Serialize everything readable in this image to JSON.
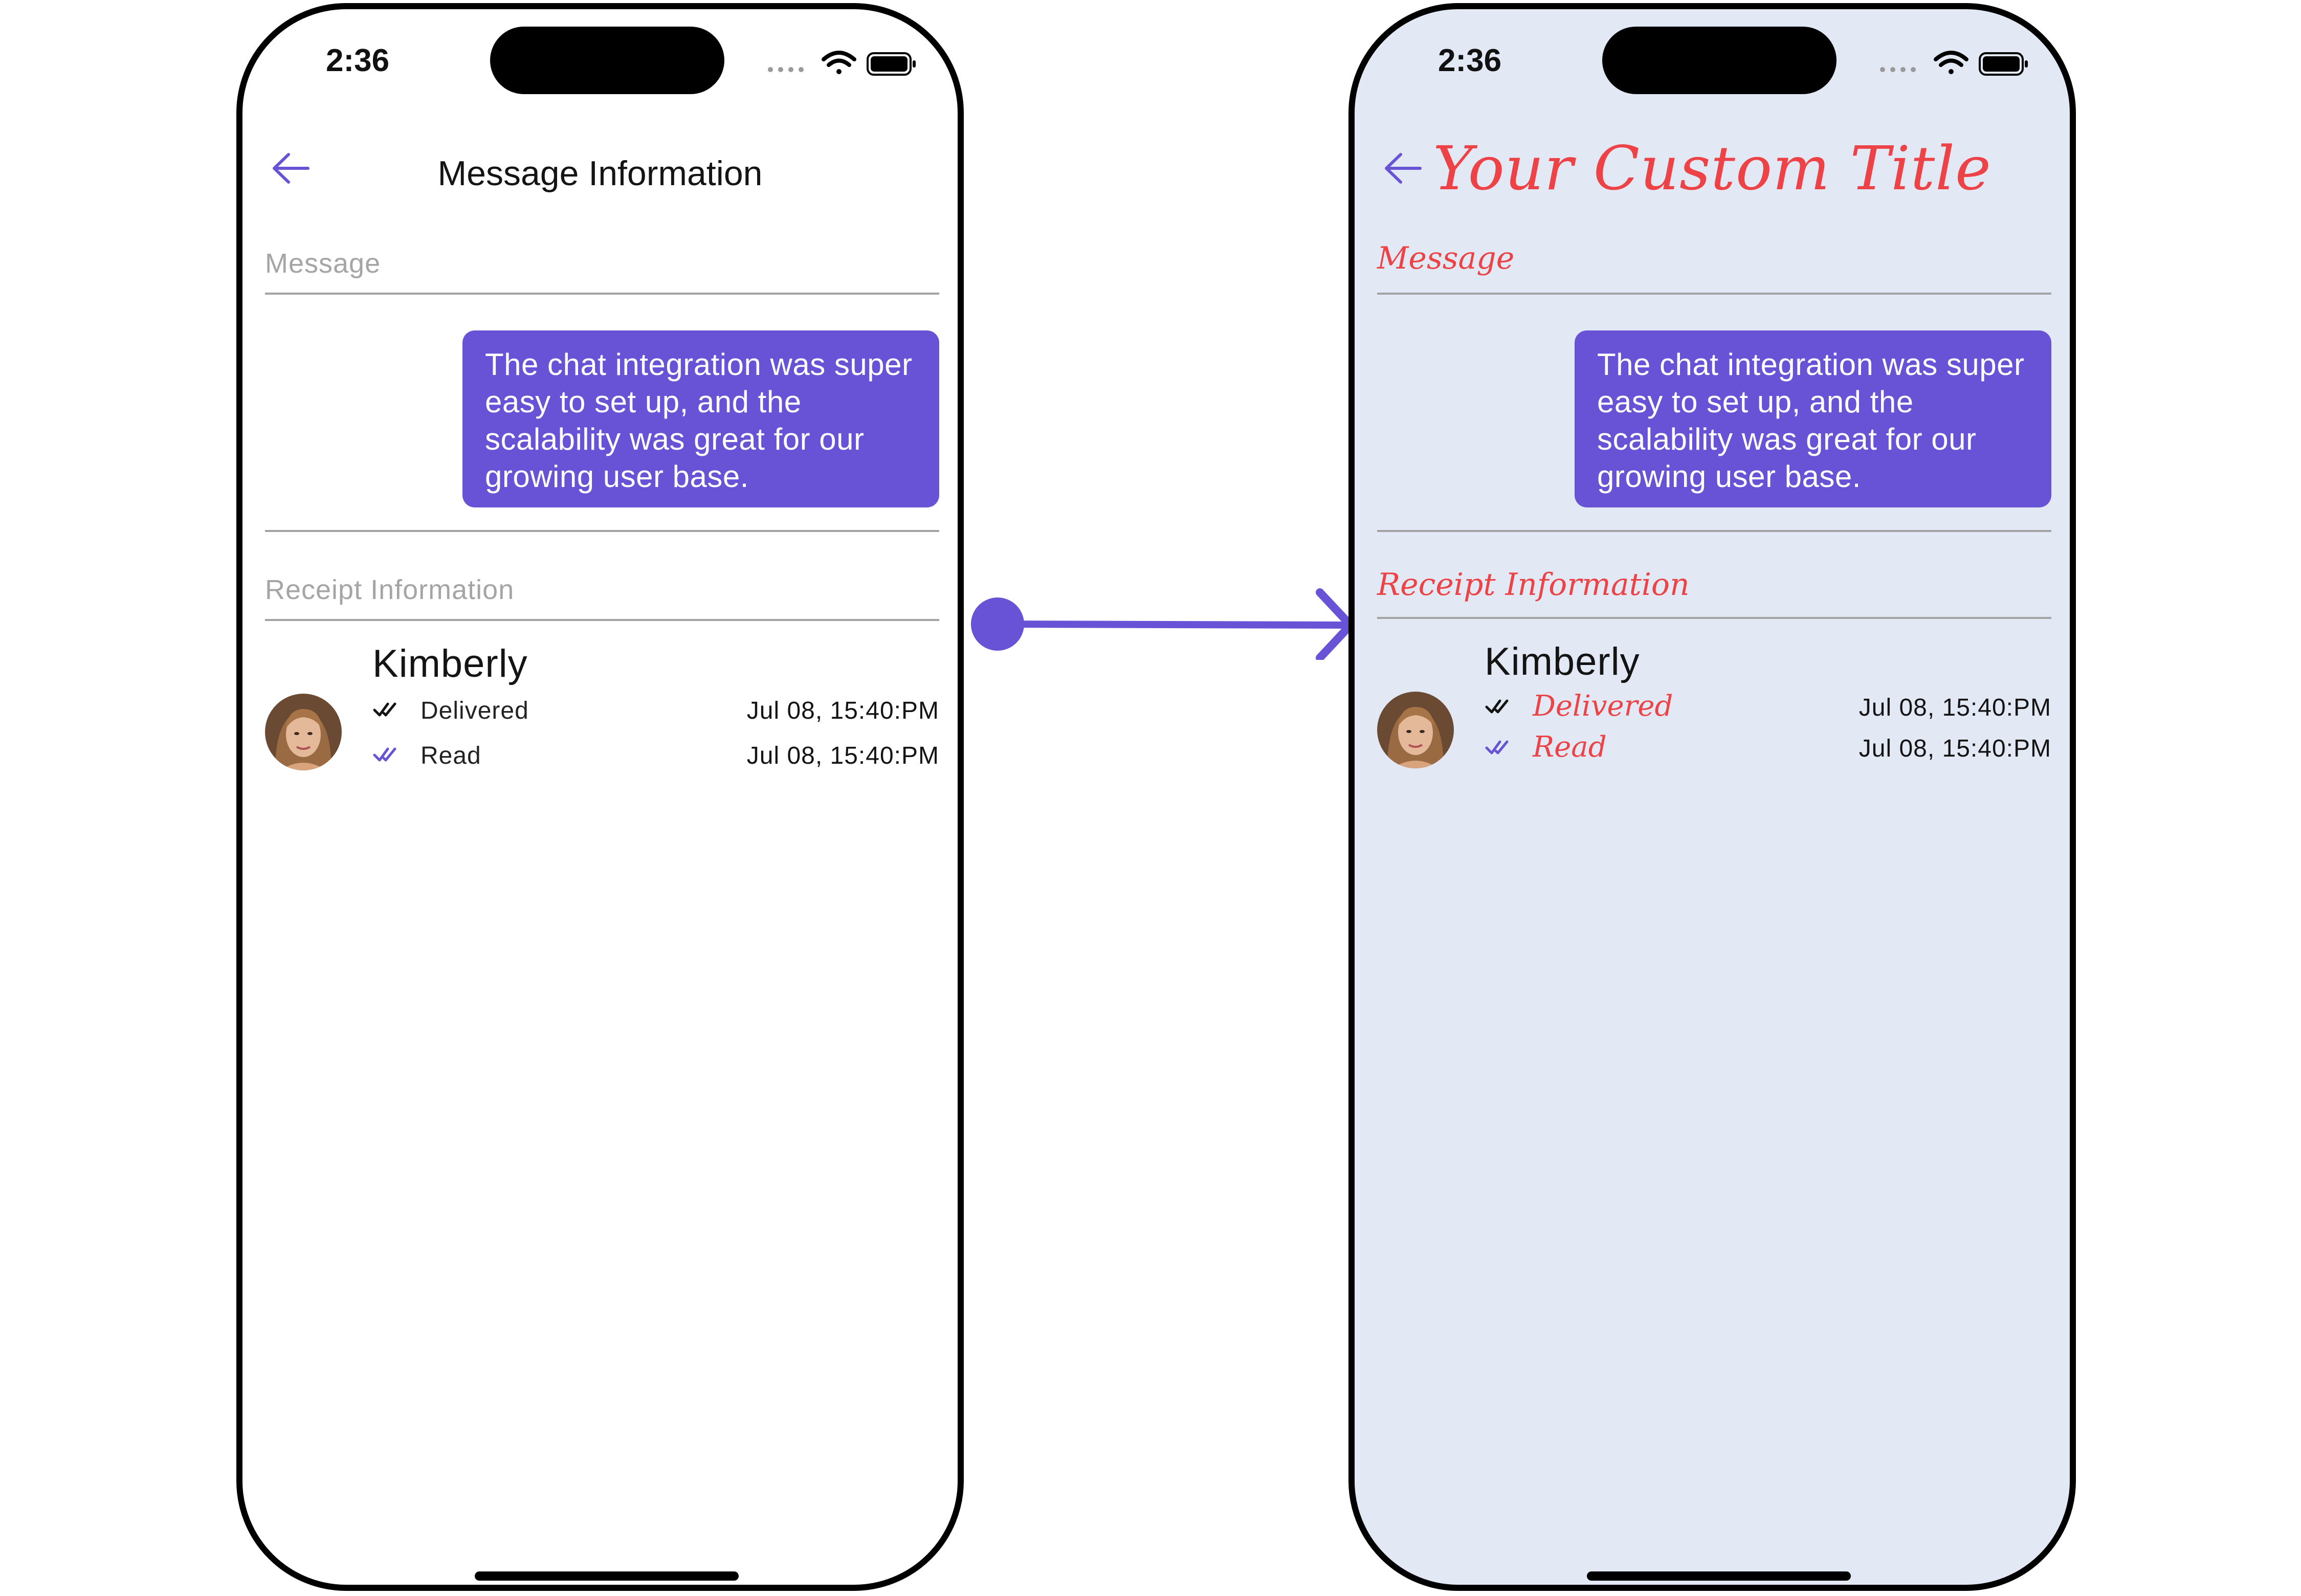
{
  "status_bar": {
    "time": "2:36"
  },
  "left": {
    "header": {
      "title": "Message Information"
    },
    "sections": {
      "message": "Message",
      "receipt": "Receipt Information"
    },
    "message": {
      "text": "The chat integration was super easy to set up, and the scalability was great for our growing user base."
    },
    "receipt": {
      "name": "Kimberly",
      "delivered_label": "Delivered",
      "delivered_time": "Jul 08, 15:40:PM",
      "read_label": "Read",
      "read_time": "Jul 08, 15:40:PM"
    }
  },
  "right": {
    "header": {
      "title": "Your Custom Title"
    },
    "sections": {
      "message": "Message",
      "receipt": "Receipt Information"
    },
    "message": {
      "text": "The chat integration was super easy to set up, and the scalability was great for our growing user base."
    },
    "receipt": {
      "name": "Kimberly",
      "delivered_label": "Delivered",
      "delivered_time": "Jul 08, 15:40:PM",
      "read_label": "Read",
      "read_time": "Jul 08, 15:40:PM"
    }
  },
  "colors": {
    "accent": "#6852d6",
    "custom_text": "#ed4246",
    "custom_background": "#e3e9f4",
    "divider": "#a3a3a3"
  },
  "icons": [
    "back-arrow-icon",
    "wifi-icon",
    "battery-icon",
    "signal-dots-icon",
    "double-check-icon"
  ]
}
